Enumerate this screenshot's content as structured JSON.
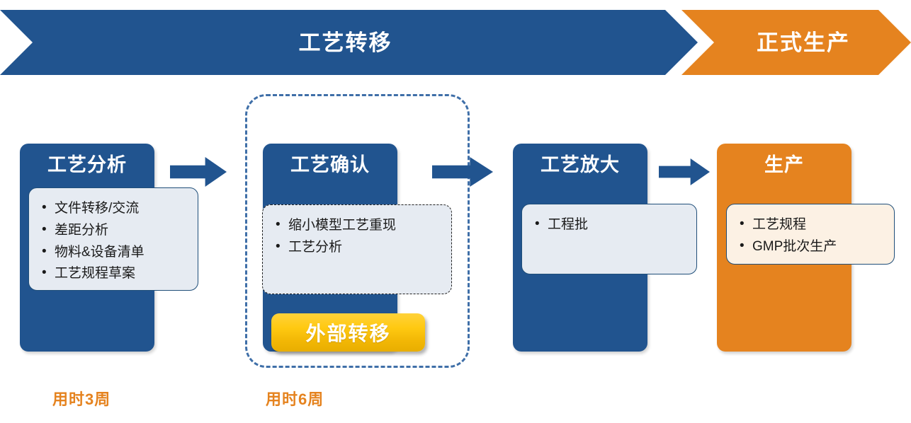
{
  "banner": {
    "segments": [
      {
        "label": "工艺转移",
        "color": "#21548F",
        "name": "process-transfer"
      },
      {
        "label": "正式生产",
        "color": "#E5831F",
        "name": "formal-production"
      }
    ]
  },
  "group": {
    "dashed_border_color": "#3F6FA8",
    "badge": {
      "label": "外部转移",
      "color": "#F2B705"
    }
  },
  "stages": [
    {
      "title": "工艺分析",
      "color": "#21548F",
      "items": [
        "文件转移/交流",
        "差距分析",
        "物料&设备清单",
        "工艺规程草案"
      ]
    },
    {
      "title": "工艺确认",
      "color": "#21548F",
      "items": [
        "缩小模型工艺重现",
        "工艺分析"
      ]
    },
    {
      "title": "工艺放大",
      "color": "#21548F",
      "items": [
        "工程批"
      ]
    },
    {
      "title": "生产",
      "color": "#E5831F",
      "items": [
        "工艺规程",
        "GMP批次生产"
      ]
    }
  ],
  "durations": [
    {
      "label": "用时3周"
    },
    {
      "label": "用时6周"
    }
  ],
  "arrows": {
    "count": 3,
    "color": "#21548F",
    "icon": "right-arrow-icon"
  }
}
